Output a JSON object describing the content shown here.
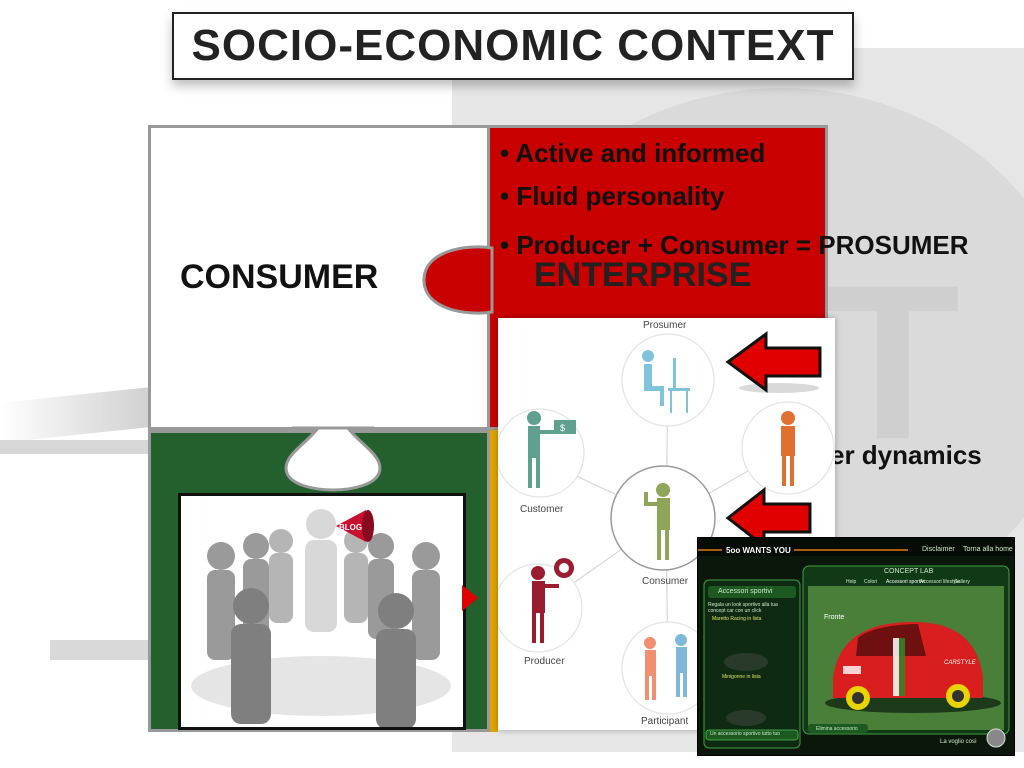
{
  "slide": {
    "title": "SOCIO-ECONOMIC CONTEXT",
    "puzzle": {
      "consumer_label": "CONSUMER",
      "enterprise_label": "ENTERPRISE",
      "bullets": [
        "• Active and informed",
        "• Fluid personality",
        "• Producer + Consumer = PROSUMER"
      ],
      "partial_text_1": "er dynamics",
      "partial_text_2": "..."
    },
    "crowd_image": {
      "sign_text": "BLOG"
    },
    "diagram": {
      "labels": {
        "prosumer": "Prosumer",
        "customer": "Customer",
        "consumer": "Consumer",
        "producer": "Producer",
        "participant": "Participant"
      }
    },
    "fiat_screenshot": {
      "brand": "5oo WANTS YOU",
      "nav": [
        "Disclaimer",
        "Torna alla home"
      ],
      "header": "CONCEPT LAB",
      "tabs": [
        "Help",
        "Colori",
        "Accessori sportivi",
        "Accessori lifestyle",
        "Gallery"
      ],
      "side_title": "Accessori sportivi",
      "side_text": "Regala un look sportivo alla tua concept car con un click",
      "side_link": "Maretto Racing in lista",
      "side_link2": "Minigonne in lista",
      "side_button": "Un accessorio sportivo tutto tuo",
      "view_label": "Fronte",
      "remove_button": "Elimina accessorio",
      "footer": "La voglio così",
      "plate": "CARSTYLE"
    }
  },
  "colors": {
    "enterprise_red": "#c90000",
    "consumer_green": "#245f2e",
    "arrow_red": "#e00000"
  }
}
